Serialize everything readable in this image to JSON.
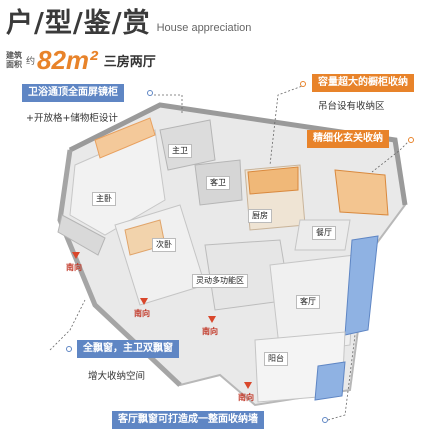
{
  "header": {
    "title": "户/型/鉴/赏",
    "title_en": "House appreciation"
  },
  "spec": {
    "label": "建筑面积",
    "approx": "约",
    "area": "82m²",
    "layout": "三房两厅"
  },
  "callouts": {
    "bath_mirror": "卫浴通顶全面屏镜柜",
    "bath_note": "+开放格+储物柜设计",
    "kitchen_storage": "容量超大的橱柜收纳",
    "kitchen_note": "吊台设有收纳区",
    "entry_storage": "精细化玄关收纳",
    "bay_window": "全飘窗，主卫双飘窗",
    "bay_note": "增大收纳空间",
    "living_storage": "客厅飘窗可打造成一整面收纳墙"
  },
  "rooms": {
    "master_bath": "主卫",
    "guest_bath": "客卫",
    "master_bed": "主卧",
    "second_bed": "次卧",
    "kitchen": "厨房",
    "dining": "餐厅",
    "flex_zone": "灵动多功能区",
    "living": "客厅",
    "balcony": "阳台"
  },
  "directions": {
    "south": "南向"
  },
  "colors": {
    "accent_blue": "#5f86c4",
    "accent_orange": "#e8832a",
    "direction_red": "#c23a2a"
  }
}
